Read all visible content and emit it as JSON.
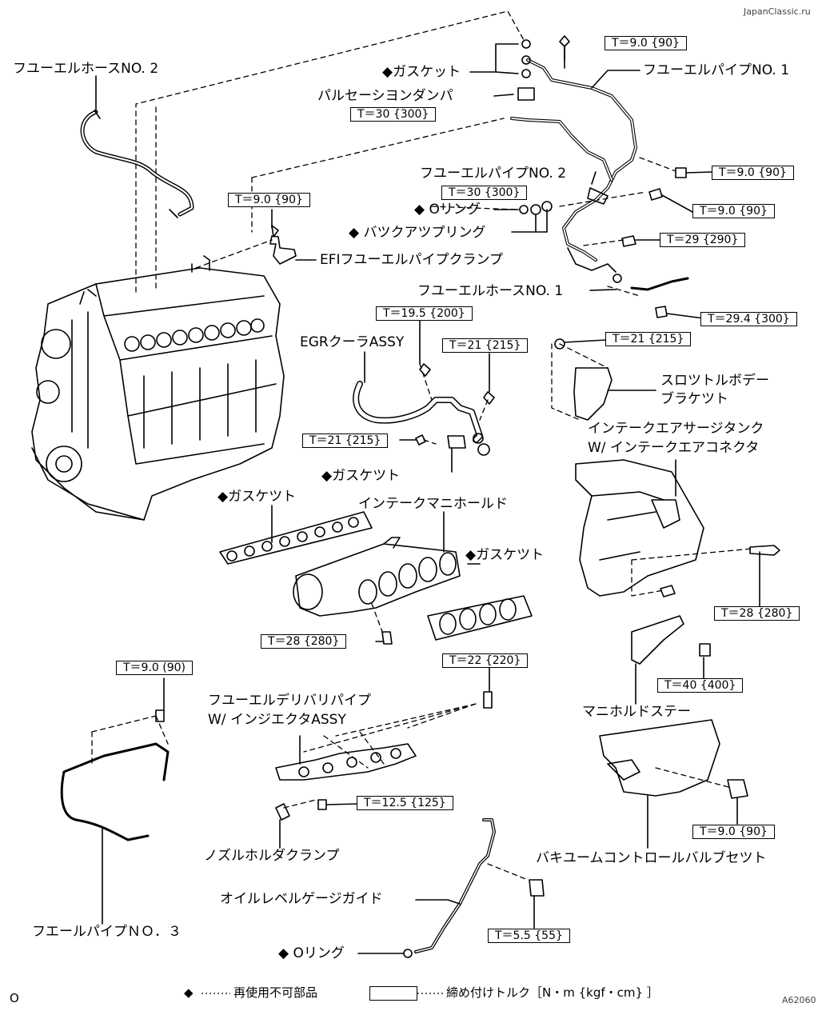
{
  "watermark": "JapanClassic.ru",
  "figure_id": "A62060",
  "corner_mark": "O",
  "labels": {
    "fuel_hose_2": "フユーエルホースNO. 2",
    "gasket_top": "◆ガスケット",
    "pulsation_damper": "パルセーシヨンダンパ",
    "fuel_pipe_1": "フユーエルパイプNO. 1",
    "fuel_pipe_2": "フユーエルパイプNO. 2",
    "o_ring_top": "◆ Oリング",
    "backup_ring": "◆ バツクアツプリング",
    "efi_clamp": "EFIフユーエルパイプクランプ",
    "fuel_hose_1": "フユーエルホースNO. 1",
    "egr_cooler": "EGRクーラASSY",
    "throttle_bracket_1": "スロツトルボデー",
    "throttle_bracket_2": "ブラケツト",
    "surge_tank_1": "インテークエアサージタンク",
    "surge_tank_2": "W/ インテークエアコネクタ",
    "gasket_egr": "◆ガスケツト",
    "gasket_left": "◆ガスケツト",
    "intake_manifold": "インテークマニホールド",
    "gasket_right": "◆ガスケツト",
    "manifold_stay": "マニホルドステー",
    "delivery_pipe_1": "フユーエルデリバリパイプ",
    "delivery_pipe_2": "W/ インジエクタASSY",
    "nozzle_clamp": "ノズルホルダクランプ",
    "vacuum_valve": "バキユームコントロールバルブセツト",
    "oil_gauge_guide": "オイルレベルゲージガイド",
    "fuel_pipe_3": "フエールパイプＮＯ．３",
    "o_ring_bottom": "◆ Oリング"
  },
  "torques": {
    "t1": "T＝9.0 {90}",
    "t2": "T＝30 {300}",
    "t3": "T＝9.0 {90}",
    "t4": "T＝30 {300}",
    "t5": "T＝9.0 {90}",
    "t6": "T＝9.0 {90}",
    "t7": "T＝29 {290}",
    "t8": "T＝29.4 {300}",
    "t9": "T＝19.5 {200}",
    "t10": "T＝21 {215}",
    "t11": "T＝21 {215}",
    "t12": "T＝21 {215}",
    "t13": "T＝28 {280}",
    "t14": "T＝28 {280}",
    "t15": "T＝40 {400}",
    "t16": "T＝9.0 (90)",
    "t17": "T＝22 {220}",
    "t18": "T＝12.5 {125}",
    "t19": "T＝9.0 {90}",
    "t20": "T＝5.5 {55}"
  },
  "legend": {
    "non_reusable_mark": "◆",
    "non_reusable_text": "再使用不可部品",
    "torque_text": "締め付けトルク［N・m {kgf・cm} ］"
  }
}
